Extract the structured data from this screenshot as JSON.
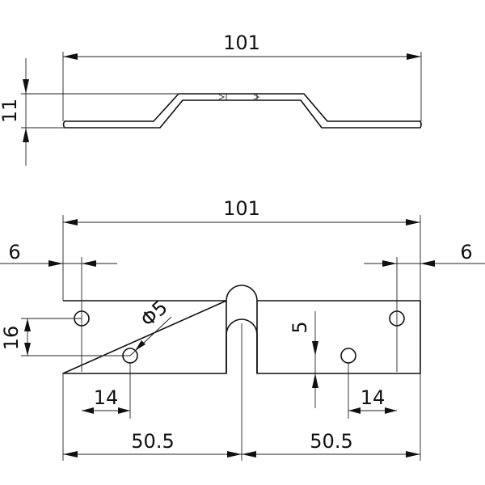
{
  "side_view": {
    "width_label": "101",
    "height_label": "11"
  },
  "top_view": {
    "width_label": "101",
    "left_offset_label": "6",
    "right_offset_label": "6",
    "height_label": "16",
    "hole_diameter_label": "Φ5",
    "slot_width_label": "5",
    "left_hole_spacing_label": "14",
    "right_hole_spacing_label": "14",
    "left_half_label": "50.5",
    "right_half_label": "50.5"
  },
  "colors": {
    "line": "#111111",
    "background": "#ffffff"
  }
}
